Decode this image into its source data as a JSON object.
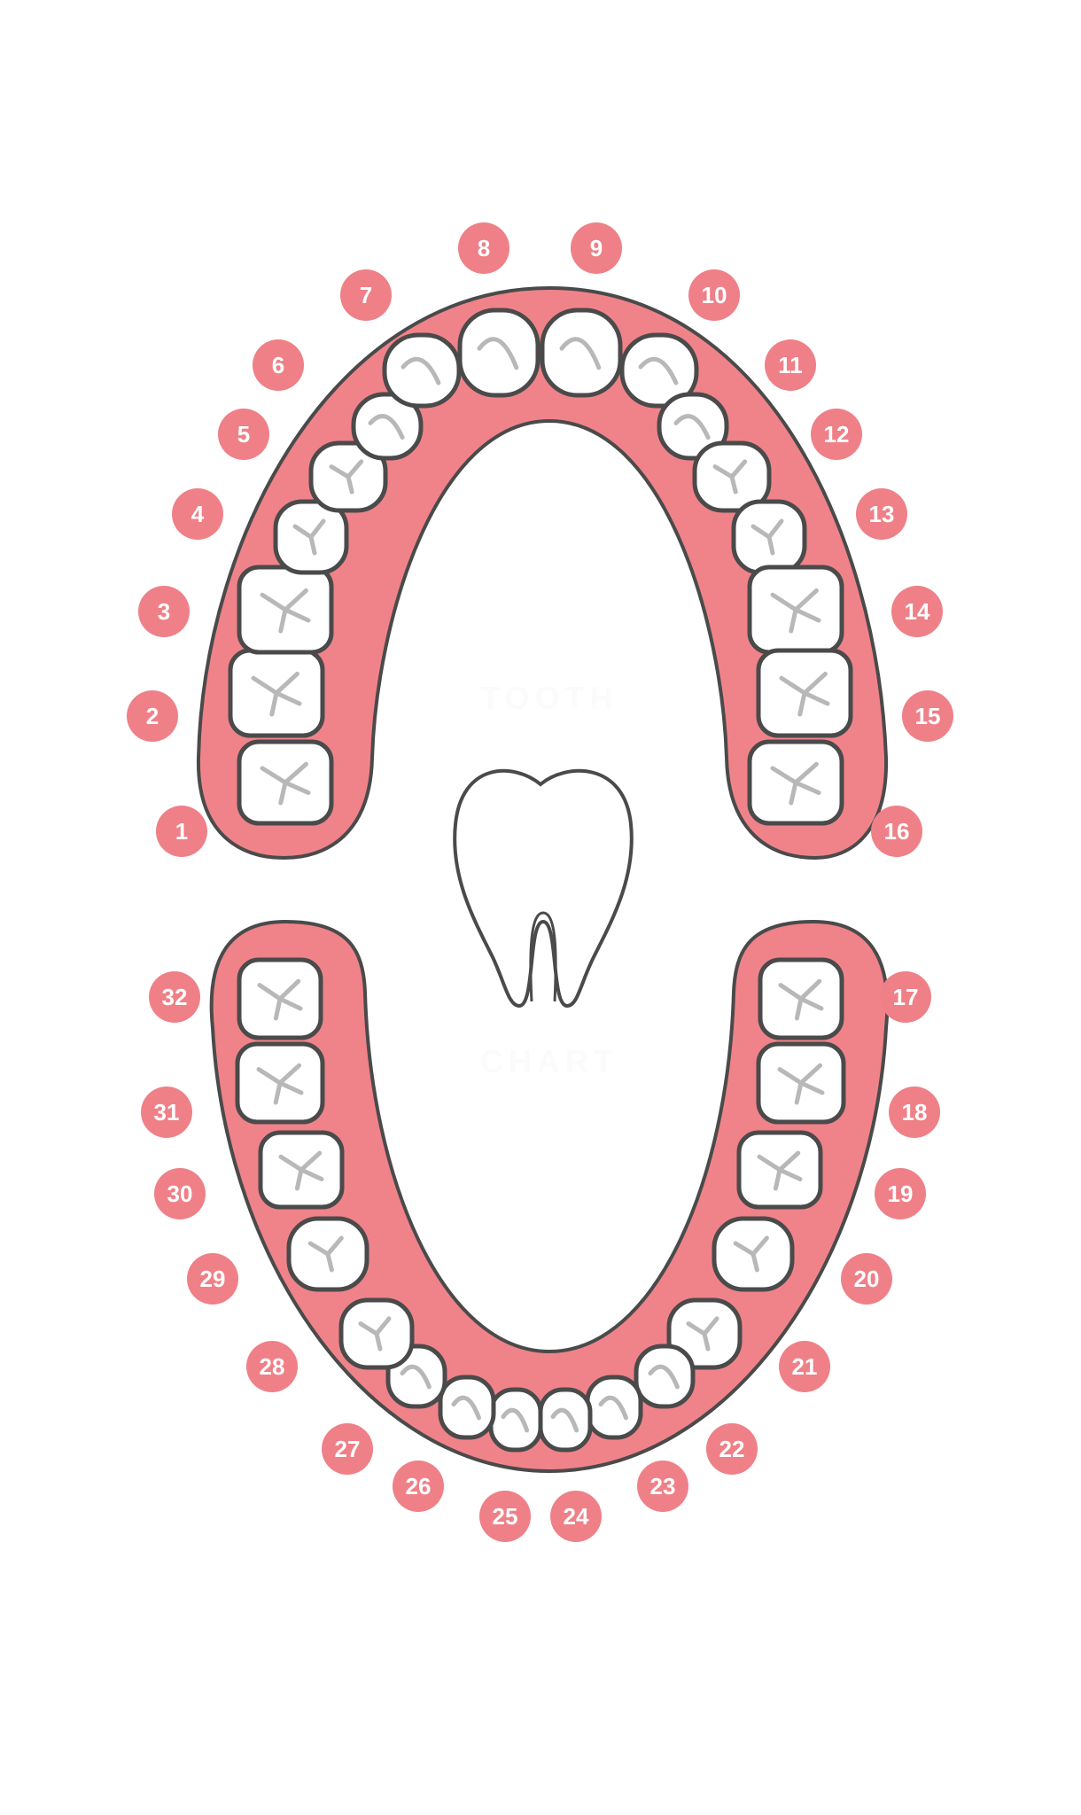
{
  "diagram": {
    "title_top": "TOOTH",
    "title_bottom": "CHART",
    "colors": {
      "gum": "#f0838a",
      "badge": "#ef8088",
      "outline": "#4a4a4a",
      "tooth_fill": "#ffffff",
      "groove": "#b8b8b8",
      "badge_text": "#ffffff"
    },
    "icon": "tooth-icon",
    "upper_teeth": [
      "1",
      "2",
      "3",
      "4",
      "5",
      "6",
      "7",
      "8",
      "9",
      "10",
      "11",
      "12",
      "13",
      "14",
      "15",
      "16"
    ],
    "lower_teeth": [
      "17",
      "18",
      "19",
      "20",
      "21",
      "22",
      "23",
      "24",
      "25",
      "26",
      "27",
      "28",
      "29",
      "30",
      "31",
      "32"
    ]
  }
}
